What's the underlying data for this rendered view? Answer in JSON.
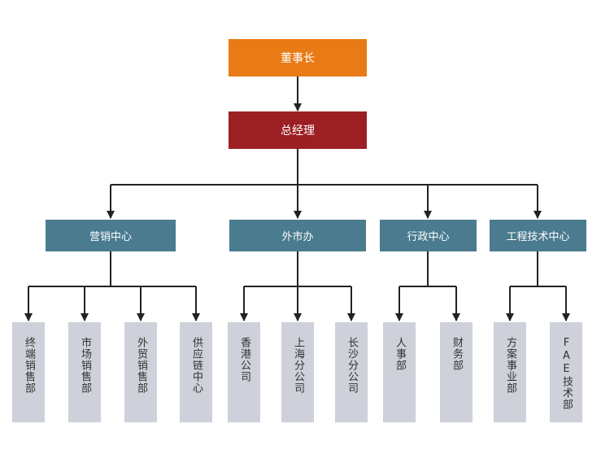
{
  "chairman": "董事长",
  "general_manager": "总经理",
  "departments": [
    {
      "label": "营销中心",
      "children": [
        "终端销售部",
        "市场销售部",
        "外贸销售部",
        "供应链中心"
      ]
    },
    {
      "label": "外市办",
      "children": [
        "香港公司",
        "上海分公司",
        "长沙分公司"
      ]
    },
    {
      "label": "行政中心",
      "children": [
        "人事部",
        "财务部"
      ]
    },
    {
      "label": "工程技术中心",
      "children": [
        "方案事业部",
        "FAE技术部"
      ]
    }
  ],
  "colors": {
    "chairman": "#e87b16",
    "general_manager": "#9b1f23",
    "department": "#4a7b8f",
    "unit": "#ced0da",
    "connector": "#222222"
  }
}
